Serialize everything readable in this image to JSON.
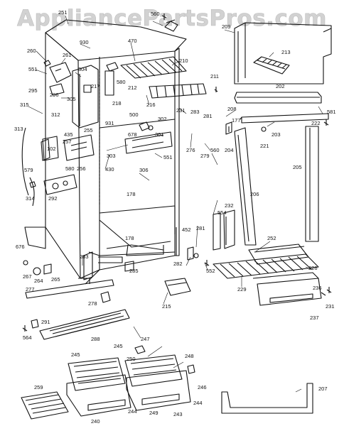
{
  "watermark": "AppliancePartsPros.com",
  "diagram": {
    "labels": [
      {
        "id": "l251",
        "text": "251"
      },
      {
        "id": "l560top",
        "text": "560"
      },
      {
        "id": "l930",
        "text": "930"
      },
      {
        "id": "l470",
        "text": "470"
      },
      {
        "id": "l209",
        "text": "209"
      },
      {
        "id": "l260",
        "text": "260"
      },
      {
        "id": "l261",
        "text": "261"
      },
      {
        "id": "l551a",
        "text": "551"
      },
      {
        "id": "l304",
        "text": "304"
      },
      {
        "id": "l210",
        "text": "210"
      },
      {
        "id": "l213",
        "text": "213"
      },
      {
        "id": "l295",
        "text": "295"
      },
      {
        "id": "l296",
        "text": "296"
      },
      {
        "id": "l217",
        "text": "217"
      },
      {
        "id": "l212",
        "text": "212"
      },
      {
        "id": "l580a",
        "text": "580"
      },
      {
        "id": "l211",
        "text": "211"
      },
      {
        "id": "l202",
        "text": "202"
      },
      {
        "id": "l315",
        "text": "315"
      },
      {
        "id": "l305",
        "text": "305"
      },
      {
        "id": "l218",
        "text": "218"
      },
      {
        "id": "l216",
        "text": "216"
      },
      {
        "id": "l231a",
        "text": "231"
      },
      {
        "id": "l208",
        "text": "208"
      },
      {
        "id": "l581",
        "text": "581"
      },
      {
        "id": "l312",
        "text": "312"
      },
      {
        "id": "l500",
        "text": "500"
      },
      {
        "id": "l302",
        "text": "302"
      },
      {
        "id": "l283a",
        "text": "283"
      },
      {
        "id": "l281a",
        "text": "281"
      },
      {
        "id": "l177",
        "text": "177"
      },
      {
        "id": "l222",
        "text": "222"
      },
      {
        "id": "l313",
        "text": "313"
      },
      {
        "id": "l931",
        "text": "931"
      },
      {
        "id": "l255",
        "text": "255"
      },
      {
        "id": "l678",
        "text": "678"
      },
      {
        "id": "l301",
        "text": "301"
      },
      {
        "id": "l203",
        "text": "203"
      },
      {
        "id": "l435",
        "text": "435"
      },
      {
        "id": "l257",
        "text": "257"
      },
      {
        "id": "l102",
        "text": "102"
      },
      {
        "id": "l303",
        "text": "303"
      },
      {
        "id": "l551b",
        "text": "551"
      },
      {
        "id": "l276",
        "text": "276"
      },
      {
        "id": "l279",
        "text": "279"
      },
      {
        "id": "l560b",
        "text": "560"
      },
      {
        "id": "l204",
        "text": "204"
      },
      {
        "id": "l221",
        "text": "221"
      },
      {
        "id": "l205",
        "text": "205"
      },
      {
        "id": "l579",
        "text": "579"
      },
      {
        "id": "l580b",
        "text": "580"
      },
      {
        "id": "l256",
        "text": "256"
      },
      {
        "id": "l306",
        "text": "306"
      },
      {
        "id": "l430",
        "text": "430"
      },
      {
        "id": "l292",
        "text": "292"
      },
      {
        "id": "l178a",
        "text": "178"
      },
      {
        "id": "l206",
        "text": "206"
      },
      {
        "id": "l314",
        "text": "314"
      },
      {
        "id": "l232",
        "text": "232"
      },
      {
        "id": "l554",
        "text": "554"
      },
      {
        "id": "l178b",
        "text": "178"
      },
      {
        "id": "l452",
        "text": "452"
      },
      {
        "id": "l281b",
        "text": "281"
      },
      {
        "id": "l252",
        "text": "252"
      },
      {
        "id": "l676",
        "text": "676"
      },
      {
        "id": "l283b",
        "text": "283"
      },
      {
        "id": "l282",
        "text": "282"
      },
      {
        "id": "l552",
        "text": "552"
      },
      {
        "id": "l226",
        "text": "226"
      },
      {
        "id": "l267",
        "text": "267"
      },
      {
        "id": "l264",
        "text": "264"
      },
      {
        "id": "l265",
        "text": "265"
      },
      {
        "id": "l285",
        "text": "285"
      },
      {
        "id": "l229",
        "text": "229"
      },
      {
        "id": "l236",
        "text": "236"
      },
      {
        "id": "l277",
        "text": "277"
      },
      {
        "id": "l278",
        "text": "278"
      },
      {
        "id": "l215",
        "text": "215"
      },
      {
        "id": "l231b",
        "text": "231"
      },
      {
        "id": "l291",
        "text": "291"
      },
      {
        "id": "l237",
        "text": "237"
      },
      {
        "id": "l564",
        "text": "564"
      },
      {
        "id": "l288",
        "text": "288"
      },
      {
        "id": "l247",
        "text": "247"
      },
      {
        "id": "l245a",
        "text": "245"
      },
      {
        "id": "l245b",
        "text": "245"
      },
      {
        "id": "l250",
        "text": "250"
      },
      {
        "id": "l248",
        "text": "248"
      },
      {
        "id": "l246",
        "text": "246"
      },
      {
        "id": "l259",
        "text": "259"
      },
      {
        "id": "l207",
        "text": "207"
      },
      {
        "id": "l244a",
        "text": "244"
      },
      {
        "id": "l244b",
        "text": "244"
      },
      {
        "id": "l249",
        "text": "249"
      },
      {
        "id": "l243",
        "text": "243"
      },
      {
        "id": "l240",
        "text": "240"
      }
    ]
  }
}
